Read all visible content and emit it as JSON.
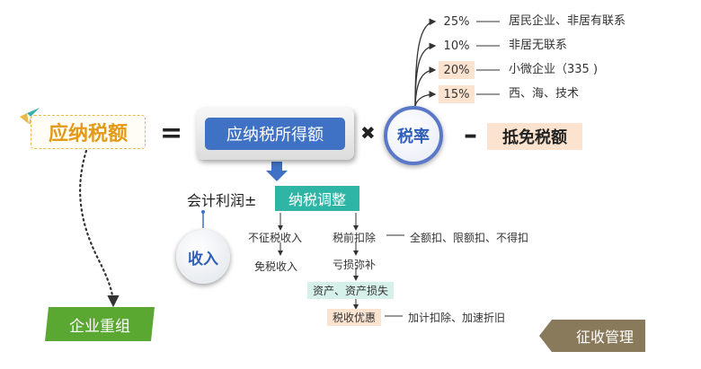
{
  "formula": {
    "tax_payable": "应纳税额",
    "equals": "=",
    "taxable_income": "应纳税所得额",
    "times": "✖",
    "tax_rate": "税率",
    "minus": "–",
    "tax_credit": "抵免税额"
  },
  "rates": [
    {
      "rate": "25%",
      "desc": "居民企业、非居有联系",
      "highlight": false
    },
    {
      "rate": "10%",
      "desc": "非居无联系",
      "highlight": false
    },
    {
      "rate": "20%",
      "desc": "小微企业（335 )",
      "highlight": true
    },
    {
      "rate": "15%",
      "desc": "西、海、技术",
      "highlight": true
    }
  ],
  "income_calc": {
    "accounting_profit": "会计利润±",
    "tax_adjustment": "纳税调整",
    "income": "收入",
    "non_taxable": "不征税收入",
    "exempt": "免税收入",
    "pre_tax_deduction": "税前扣除",
    "deduction_types": "全额扣、限额扣、不得扣",
    "loss_offset": "亏损弥补",
    "asset_loss": "资产、资产损失",
    "tax_incentive": "税收优惠",
    "incentive_types": "加计扣除、加速折旧"
  },
  "footer": {
    "reorganization": "企业重组",
    "collection": "征收管理"
  },
  "colors": {
    "blue": "#3f72c4",
    "teal": "#2eb5a5",
    "peach": "#fbe3d0",
    "green": "#5aa832",
    "brown": "#8a7a5c",
    "gold": "#e39b17"
  }
}
